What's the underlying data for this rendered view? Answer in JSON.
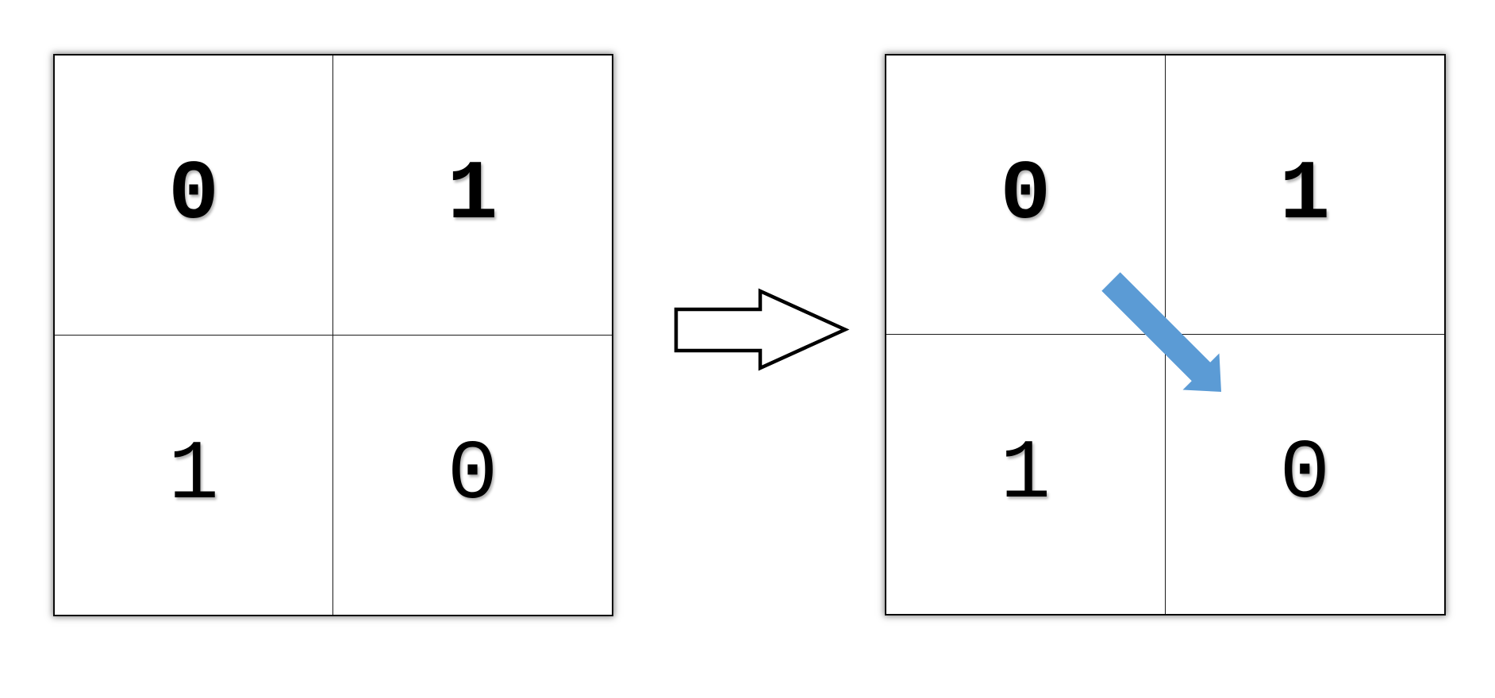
{
  "left_grid": {
    "cells": [
      [
        "0",
        "1"
      ],
      [
        "1",
        "0"
      ]
    ]
  },
  "right_grid": {
    "cells": [
      [
        "0",
        "1"
      ],
      [
        "1",
        "0"
      ]
    ]
  },
  "icons": {
    "transform_arrow": "right-block-arrow",
    "swap_arrow": "diagonal-down-right-arrow"
  },
  "colors": {
    "swap_arrow_blue": "#5b9bd5",
    "transform_arrow_fill": "#ffffff",
    "transform_arrow_outline": "#000000",
    "grid_border": "#0a0a0a"
  }
}
